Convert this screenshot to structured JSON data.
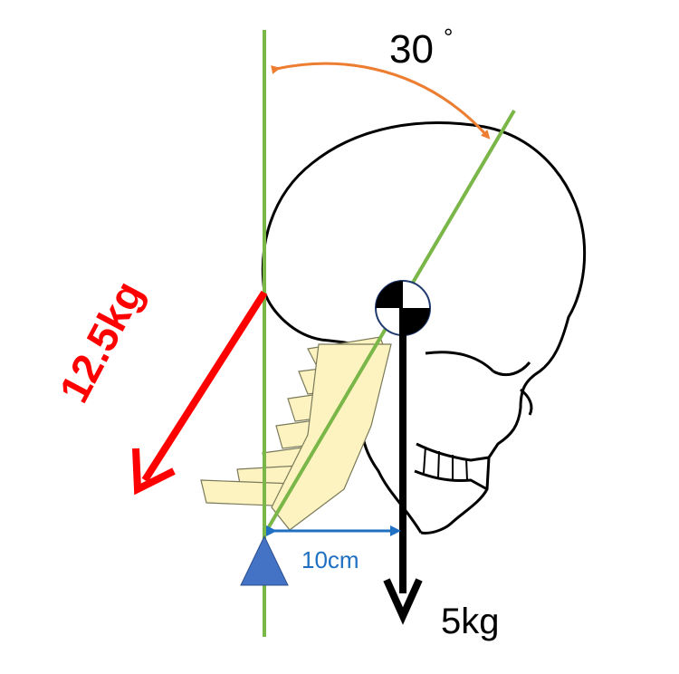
{
  "labels": {
    "angle": "30",
    "angle_unit": "°",
    "head_weight": "5kg",
    "moment_arm": "10cm",
    "neck_force": "12.5kg"
  },
  "colors": {
    "axis_lines": "#7ab648",
    "angle_arc": "#ed7d31",
    "force_arrow": "#ff0000",
    "weight_arrow": "#000000",
    "distance_arrow": "#1f6fc2",
    "pivot": "#4472c4",
    "vertebrae": "#fdf3c0"
  },
  "icons": {
    "skull": "skull-icon",
    "pivot": "triangle-pivot-icon",
    "center_of_mass": "center-of-mass-icon"
  }
}
